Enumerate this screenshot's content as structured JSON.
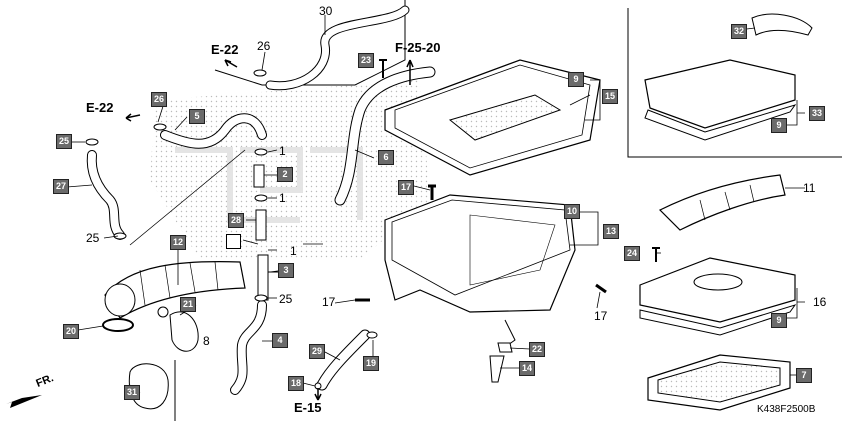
{
  "callouts": {
    "c2": "2",
    "c3": "3",
    "c4": "4",
    "c5": "5",
    "c6": "6",
    "c7": "7",
    "c9": "9",
    "c10": "10",
    "c12": "12",
    "c13": "13",
    "c14": "14",
    "c15": "15",
    "c17": "17",
    "c18": "18",
    "c19": "19",
    "c20": "20",
    "c21": "21",
    "c22": "22",
    "c23": "23",
    "c24": "24",
    "c25": "25",
    "c26": "26",
    "c27": "27",
    "c28": "28",
    "c29": "29",
    "c31": "31",
    "c32": "32",
    "c33": "33"
  },
  "labels": {
    "p1": "1",
    "p8": "8",
    "p11": "11",
    "p16": "16",
    "p17": "17",
    "p25": "25",
    "p26": "26",
    "p30": "30"
  },
  "refs": {
    "e22": "E-22",
    "f2520": "F-25-20",
    "e15": "E-15",
    "front": "FR."
  },
  "diagram_code": "K438F2500B"
}
